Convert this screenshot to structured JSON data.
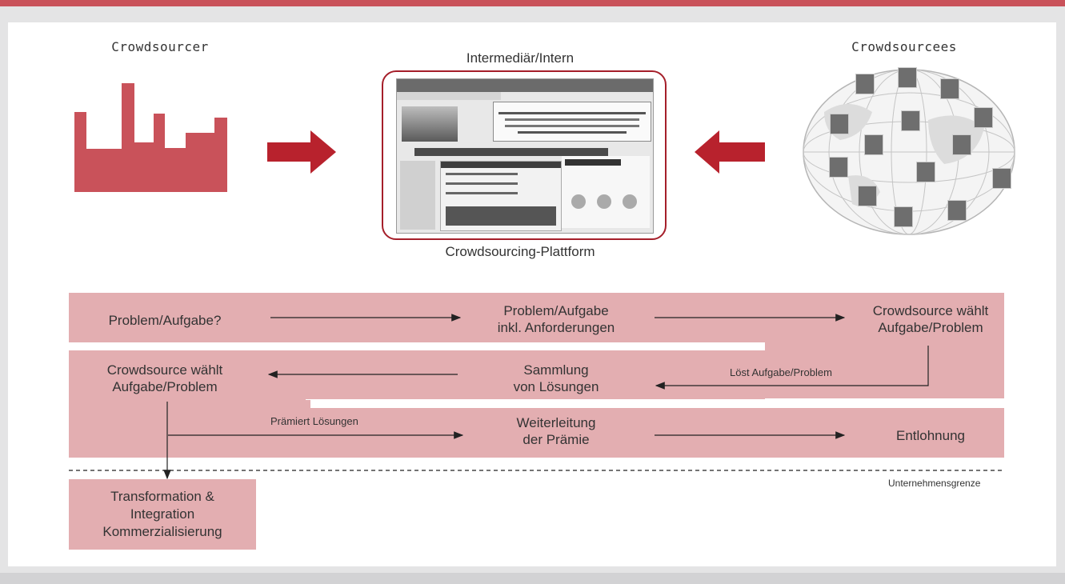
{
  "header": {
    "crowdsourcer": "Crowdsourcer",
    "intermediary": "Intermediär/Intern",
    "platform": "Crowdsourcing-Plattform",
    "crowdsourcees": "Crowdsourcees"
  },
  "flow": {
    "row1": {
      "left": "Problem/Aufgabe?",
      "mid_line1": "Problem/Aufgabe",
      "mid_line2": "inkl. Anforderungen",
      "right_line1": "Crowdsource wählt",
      "right_line2": "Aufgabe/Problem"
    },
    "row2": {
      "left_line1": "Crowdsource wählt",
      "left_line2": "Aufgabe/Problem",
      "mid_line1": "Sammlung",
      "mid_line2": "von Lösungen",
      "arrow_label": "Löst Aufgabe/Problem"
    },
    "row3": {
      "arrow_label": "Prämiert Lösungen",
      "mid_line1": "Weiterleitung",
      "mid_line2": "der Prämie",
      "right": "Entlohnung"
    },
    "boundary": "Unternehmensgrenze",
    "bottom": {
      "line1": "Transformation &",
      "line2": "Integration",
      "line3": "Kommerzialisierung"
    }
  },
  "colors": {
    "accent": "#c9525a",
    "band": "#e3aeb1",
    "frame": "#a51f2a"
  }
}
